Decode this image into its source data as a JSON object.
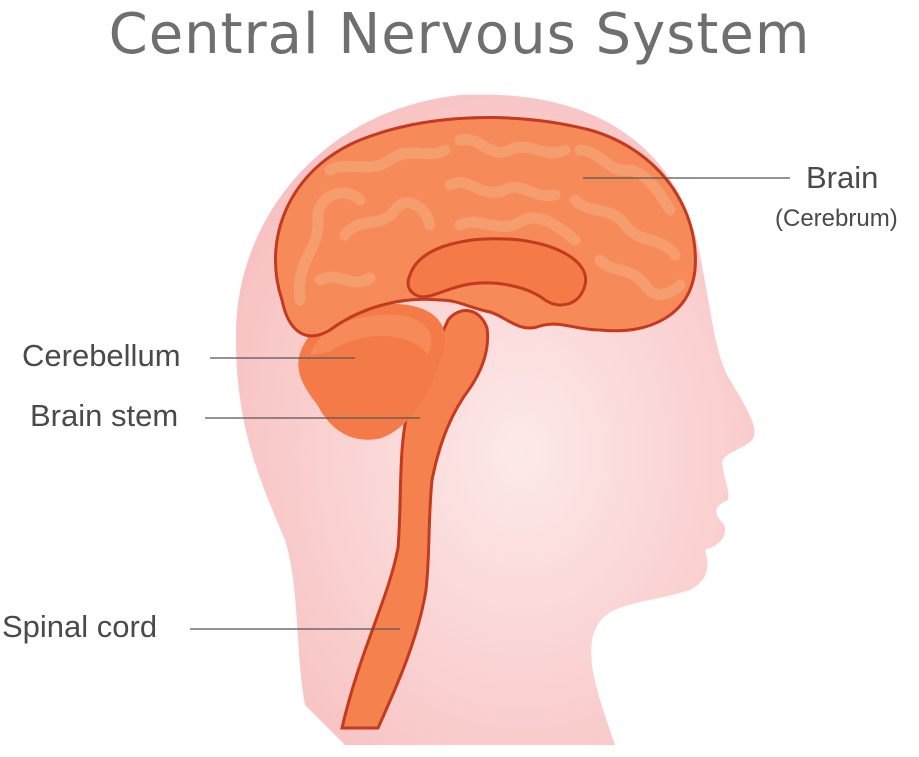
{
  "title": "Central Nervous System",
  "labels": {
    "brain": "Brain",
    "brain_sub": "(Cerebrum)",
    "cerebellum": "Cerebellum",
    "brain_stem": "Brain stem",
    "spinal_cord": "Spinal cord"
  },
  "colors": {
    "head_fill": "#f9c3c3",
    "head_glow": "#fde9e9",
    "brain_fill": "#f68a59",
    "brain_fold": "#f5a071",
    "brain_outline": "#c43a1e",
    "stem_fill": "#f5814f",
    "cerebellum_fill": "#f47a47",
    "leader_line": "#555555",
    "title_text": "#6f6f6f"
  }
}
